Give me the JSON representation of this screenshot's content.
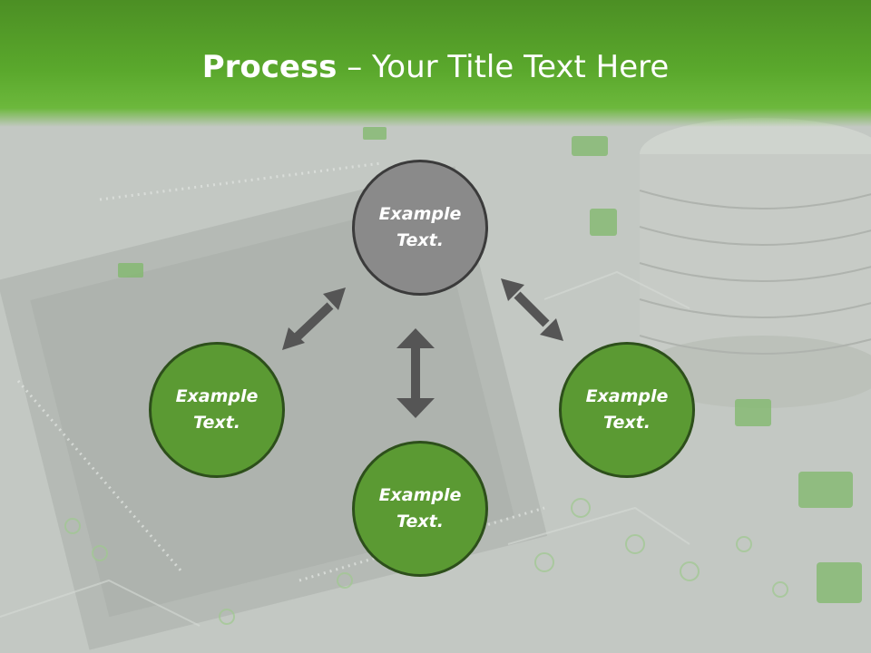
{
  "title": {
    "bold": "Process",
    "rest": " – Your Title Text Here"
  },
  "nodes": {
    "top": "Example\nText.",
    "left": "Example\nText.",
    "right": "Example\nText.",
    "bottom": "Example\nText."
  },
  "colors": {
    "header_green": "#5aa82c",
    "node_green": "#5b9a33",
    "node_gray": "#8a8a8a",
    "arrow_gray": "#555555",
    "background_gray": "#c4c9c4"
  },
  "icons": {
    "arrows": "double-headed-arrow-icon"
  }
}
